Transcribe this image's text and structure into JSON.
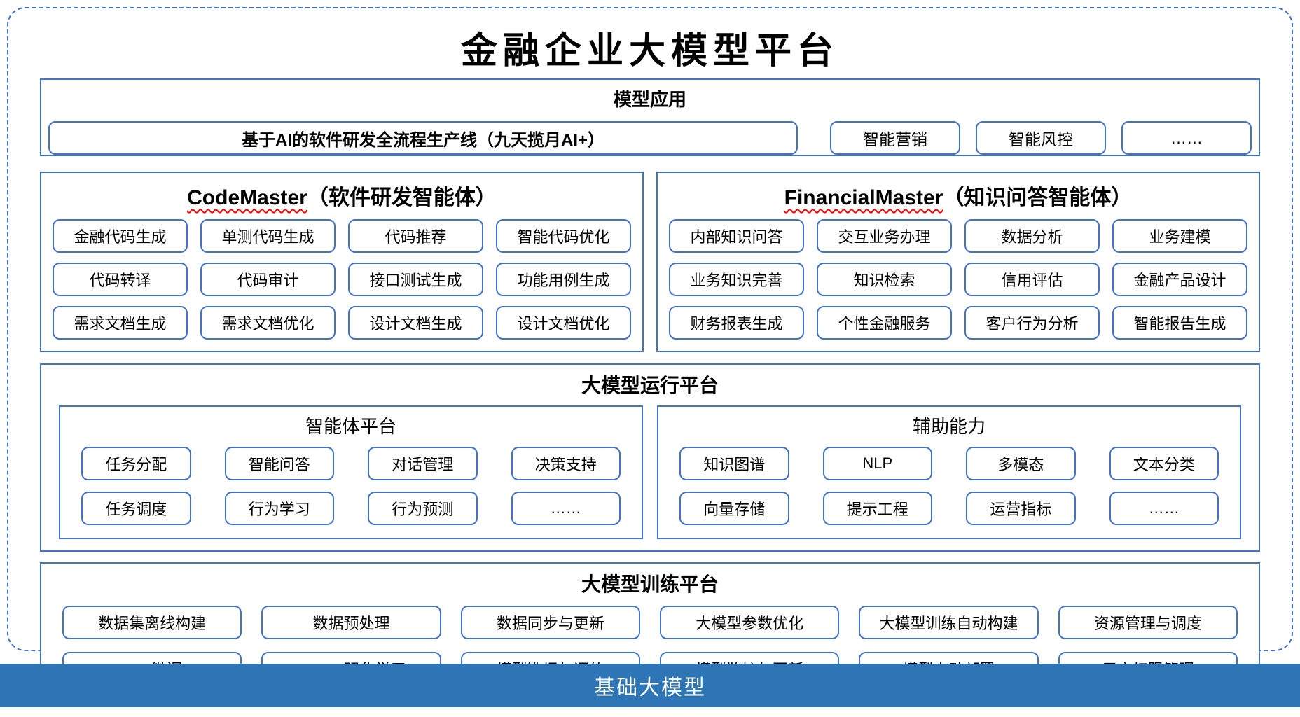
{
  "title": "金融企业大模型平台",
  "model_app": {
    "header": "模型应用",
    "pipeline_button": "基于AI的软件研发全流程生产线（九天揽月AI+）",
    "buttons": [
      "智能营销",
      "智能风控",
      "……"
    ]
  },
  "agents": [
    {
      "name_en": "CodeMaster",
      "name_zh": "（软件研发智能体）",
      "buttons": [
        "金融代码生成",
        "单测代码生成",
        "代码推荐",
        "智能代码优化",
        "代码转译",
        "代码审计",
        "接口测试生成",
        "功能用例生成",
        "需求文档生成",
        "需求文档优化",
        "设计文档生成",
        "设计文档优化"
      ]
    },
    {
      "name_en": "FinancialMaster",
      "name_zh": "（知识问答智能体）",
      "buttons": [
        "内部知识问答",
        "交互业务办理",
        "数据分析",
        "业务建模",
        "业务知识完善",
        "知识检索",
        "信用评估",
        "金融产品设计",
        "财务报表生成",
        "个性金融服务",
        "客户行为分析",
        "智能报告生成"
      ]
    }
  ],
  "runtime_platform": {
    "header": "大模型运行平台",
    "panels": [
      {
        "title": "智能体平台",
        "buttons": [
          "任务分配",
          "智能问答",
          "对话管理",
          "决策支持",
          "任务调度",
          "行为学习",
          "行为预测",
          "……"
        ]
      },
      {
        "title": "辅助能力",
        "buttons": [
          "知识图谱",
          "NLP",
          "多模态",
          "文本分类",
          "向量存储",
          "提示工程",
          "运营指标",
          "……"
        ]
      }
    ]
  },
  "training_platform": {
    "header": "大模型训练平台",
    "buttons": [
      "数据集离线构建",
      "数据预处理",
      "数据同步与更新",
      "大模型参数优化",
      "大模型训练自动构建",
      "资源管理与调度",
      "SFT微调",
      "RM/RL强化学习",
      "模型选择与评估",
      "模型监控与更新",
      "模型自动部署",
      "用户权限管理"
    ]
  },
  "foundation_bar": {
    "label": "基础大模型"
  },
  "colors": {
    "box_border": "#4472C4",
    "node_border": "#4472C4",
    "footer_bg": "#2E75B6",
    "spellcheck_underline": "#FF0000"
  }
}
